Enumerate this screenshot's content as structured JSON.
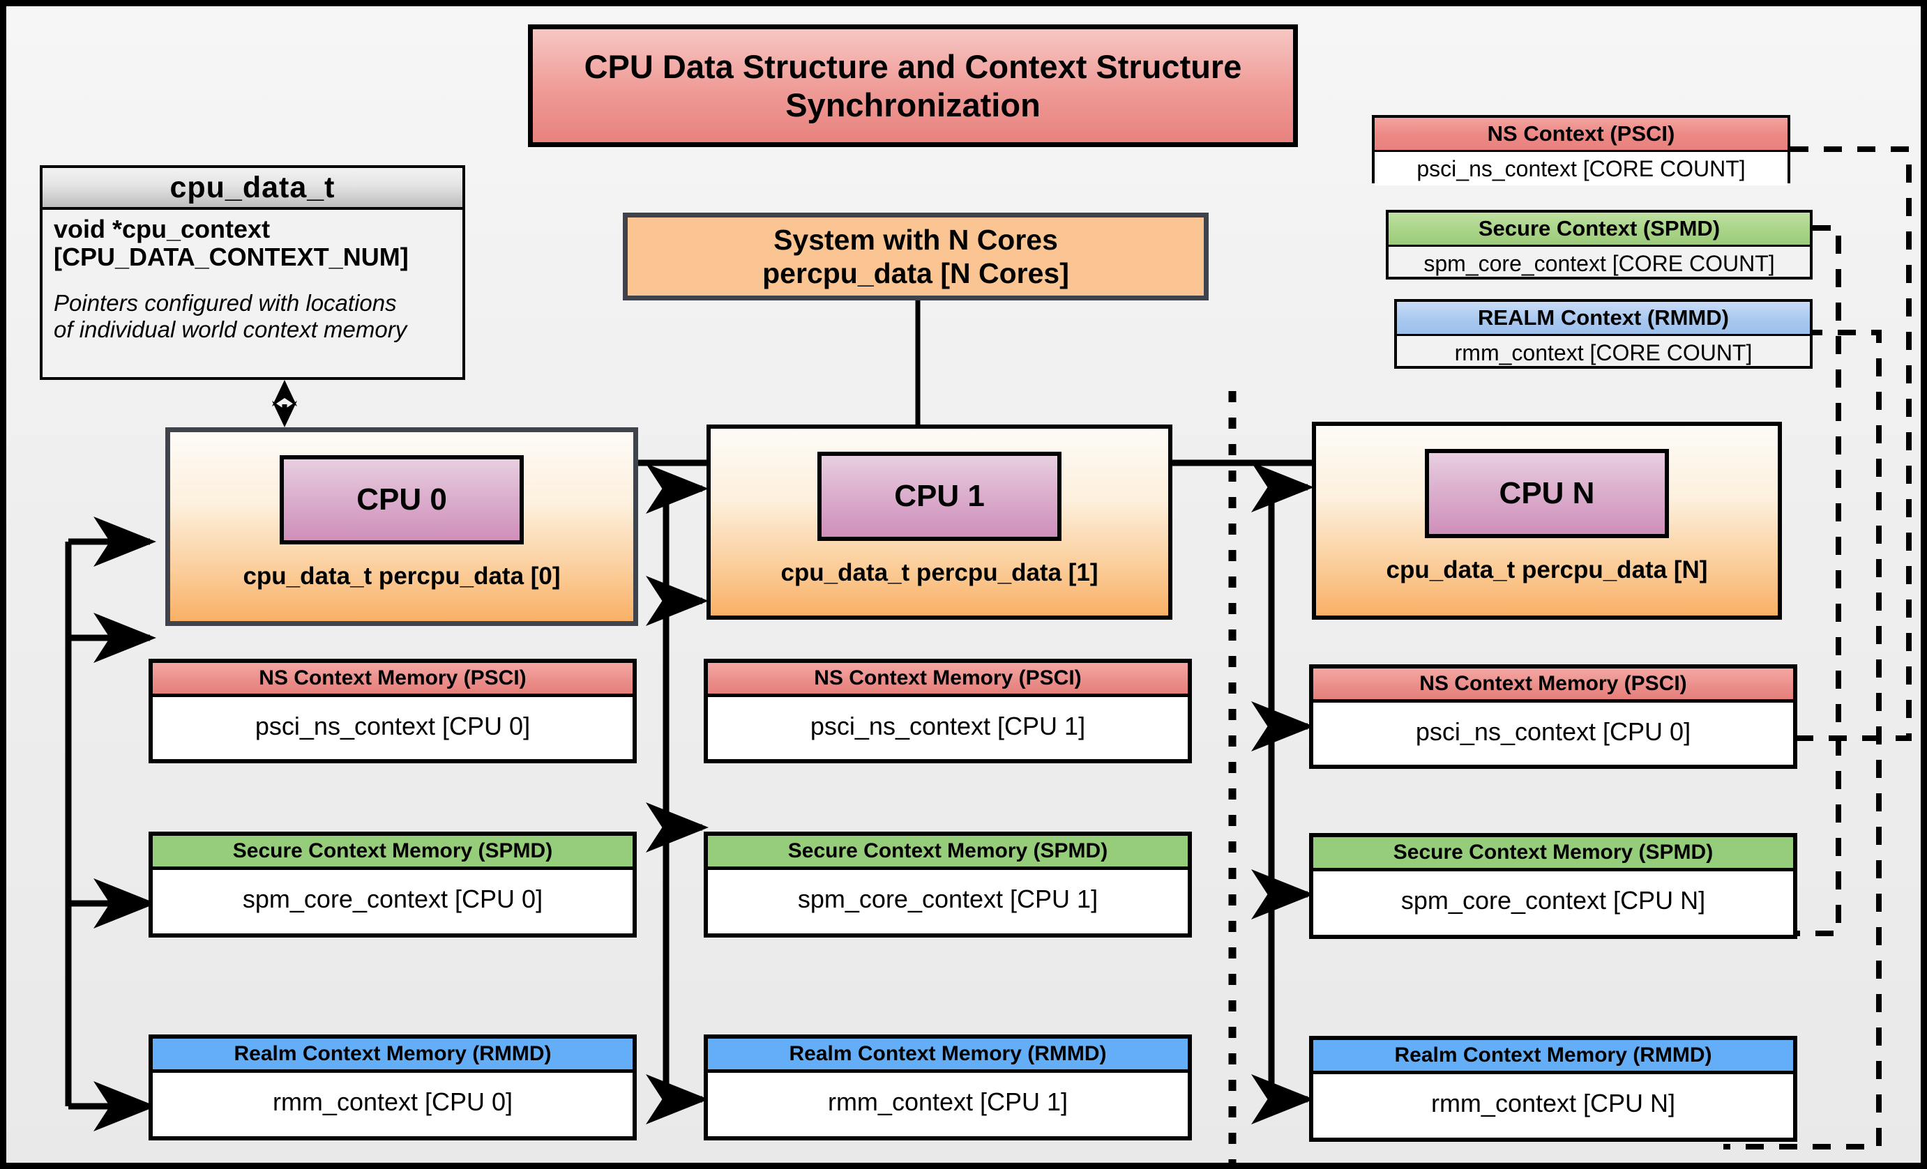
{
  "title": "CPU Data Structure and Context Structure Synchronization",
  "cpu_data_t": {
    "name": "cpu_data_t",
    "field": "void  *cpu_context\n[CPU_DATA_CONTEXT_NUM]",
    "field_line1": "void  *cpu_context",
    "field_line2": "[CPU_DATA_CONTEXT_NUM]",
    "note": "Pointers configured with locations of individual world context memory",
    "note_line1": "Pointers configured with locations",
    "note_line2": "of individual world context memory"
  },
  "system": {
    "line1": "System with N Cores",
    "line2": "percpu_data [N Cores]"
  },
  "global_contexts": [
    {
      "id": "ns",
      "header": "NS Context  (PSCI)",
      "value": "psci_ns_context [CORE COUNT]",
      "color": "#e8817d"
    },
    {
      "id": "sec",
      "header": "Secure Context (SPMD)",
      "value": "spm_core_context [CORE COUNT]",
      "color": "#9ccb7a"
    },
    {
      "id": "realm",
      "header": "REALM Context (RMMD)",
      "value": "rmm_context [CORE COUNT]",
      "color": "#9cc0ec"
    }
  ],
  "cpus": [
    {
      "id": "cpu0",
      "chip": "CPU 0",
      "caption": "cpu_data_t percpu_data [0]",
      "memories": [
        {
          "id": "ns",
          "header": "NS Context Memory (PSCI)",
          "value": "psci_ns_context [CPU 0]"
        },
        {
          "id": "sec",
          "header": "Secure Context Memory (SPMD)",
          "value": "spm_core_context [CPU 0]"
        },
        {
          "id": "realm",
          "header": "Realm Context Memory (RMMD)",
          "value": "rmm_context [CPU 0]"
        }
      ]
    },
    {
      "id": "cpu1",
      "chip": "CPU 1",
      "caption": "cpu_data_t percpu_data [1]",
      "memories": [
        {
          "id": "ns",
          "header": "NS Context Memory (PSCI)",
          "value": "psci_ns_context [CPU 1]"
        },
        {
          "id": "sec",
          "header": "Secure Context Memory (SPMD)",
          "value": "spm_core_context [CPU 1]"
        },
        {
          "id": "realm",
          "header": "Realm Context Memory (RMMD)",
          "value": "rmm_context [CPU 1]"
        }
      ]
    },
    {
      "id": "cpun",
      "chip": "CPU N",
      "caption": "cpu_data_t percpu_data [N]",
      "memories": [
        {
          "id": "ns",
          "header": "NS Context Memory (PSCI)",
          "value": "psci_ns_context [CPU 0]"
        },
        {
          "id": "sec",
          "header": "Secure Context Memory (SPMD)",
          "value": "spm_core_context [CPU N]"
        },
        {
          "id": "realm",
          "header": "Realm Context Memory (RMMD)",
          "value": "rmm_context [CPU N]"
        }
      ]
    }
  ],
  "colors": {
    "ns": "#e8817d",
    "secure": "#96cd7b",
    "realm": "#64aef8",
    "cpu_fill_top": "#fdfbf7",
    "cpu_fill_bottom": "#f9b066",
    "chip_fill": "#cf8fbb",
    "system_fill": "#fac592",
    "title_fill": "#ef9a96",
    "canvas_bg": "#efefef",
    "border": "#000000"
  }
}
